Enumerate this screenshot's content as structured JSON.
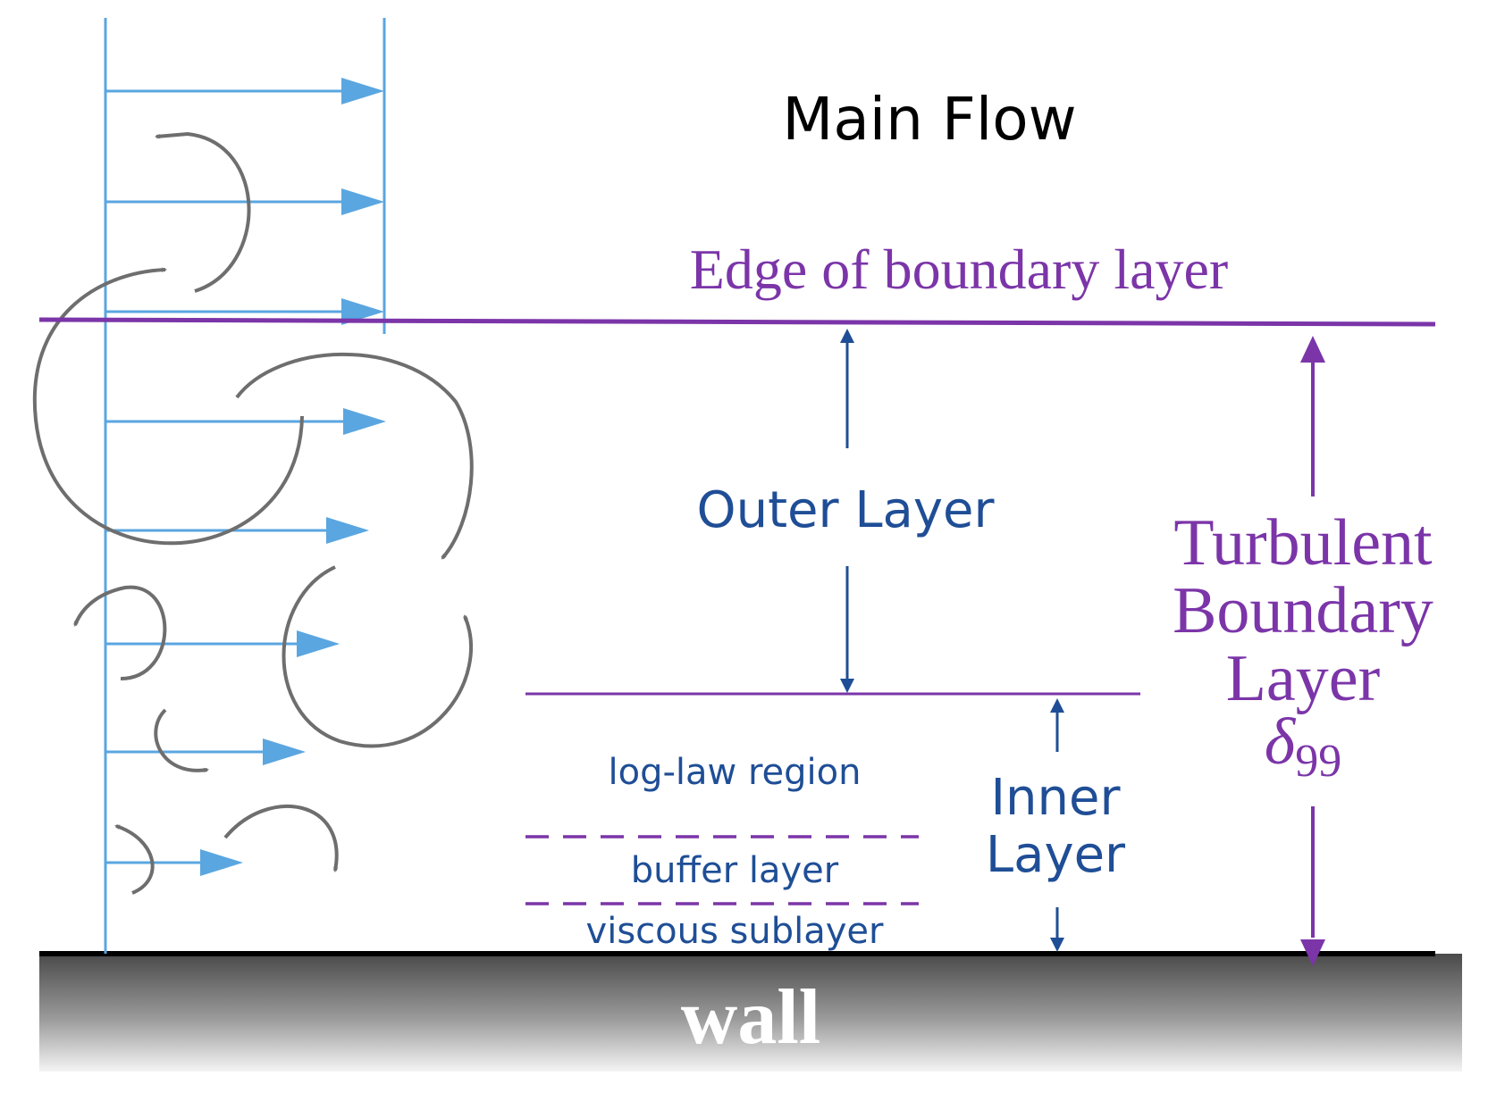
{
  "labels": {
    "main_flow": "Main Flow",
    "edge": "Edge of boundary layer",
    "outer_layer": "Outer Layer",
    "inner_layer_line1": "Inner",
    "inner_layer_line2": "Layer",
    "log_law": "log-law region",
    "buffer": "buffer layer",
    "viscous": "viscous sublayer",
    "tbl_line1": "Turbulent",
    "tbl_line2": "Boundary",
    "tbl_line3": "Layer",
    "delta_symbol": "δ",
    "delta_subscript": "99",
    "wall": "wall"
  },
  "colors": {
    "velocity_profile": "#5aa6e0",
    "boundary_purple": "#7b35a8",
    "dark_blue_text": "#1f4e96",
    "eddy_gray": "#6e6e6e",
    "wall_dark": "#4a4a4a",
    "wall_light": "#f4f4f4",
    "black": "#000000"
  },
  "icons": {
    "velocity_vector": "arrow-right-icon",
    "eddy": "curved-arrow-icon",
    "dimension": "double-headed-arrow-icon"
  }
}
